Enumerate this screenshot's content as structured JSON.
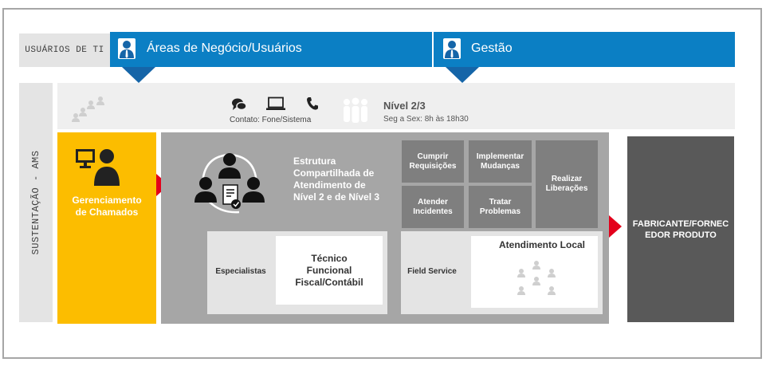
{
  "header": {
    "usuarios_ti": "USUÁRIOS DE TI",
    "areas": "Áreas de Negócio/Usuários",
    "gestao": "Gestão"
  },
  "sidebar": {
    "label": "SUSTENTAÇÃO - AMS"
  },
  "contact": {
    "label": "Contato:",
    "channels": "Fone/Sistema",
    "level": "Nível 2/3",
    "hours": "Seg a Sex: 8h às 18h30"
  },
  "chamados": {
    "line1": "Gerenciamento",
    "line2": "de Chamados"
  },
  "estrutura": {
    "line1": "Estrutura",
    "line2": "Compartilhada de",
    "line3": "Atendimento de",
    "line4": "Nível 2 e de Nível 3"
  },
  "processes": {
    "cumprir": {
      "line1": "Cumprir",
      "line2": "Requisições"
    },
    "implementar": {
      "line1": "Implementar",
      "line2": "Mudanças"
    },
    "realizar": {
      "line1": "Realizar",
      "line2": "Liberações"
    },
    "atender": {
      "line1": "Atender",
      "line2": "Incidentes"
    },
    "tratar": "Tratar Problemas"
  },
  "especialistas": {
    "label": "Especialistas",
    "tecnico_line1": "Técnico",
    "tecnico_line2": "Funcional",
    "tecnico_line3": "Fiscal/Contábil"
  },
  "field": {
    "label": "Field Service",
    "local": "Atendimento Local"
  },
  "fabricante": {
    "line1": "FABRICANTE/FORNEC",
    "line2": "EDOR PRODUTO"
  },
  "colors": {
    "blue": "#0b7fc4",
    "blue_dark": "#1565a8",
    "yellow": "#fcbd00",
    "red": "#e3001b",
    "gray_dark": "#595959",
    "gray_mid": "#7f7f7f",
    "gray_panel": "#a6a6a6"
  }
}
